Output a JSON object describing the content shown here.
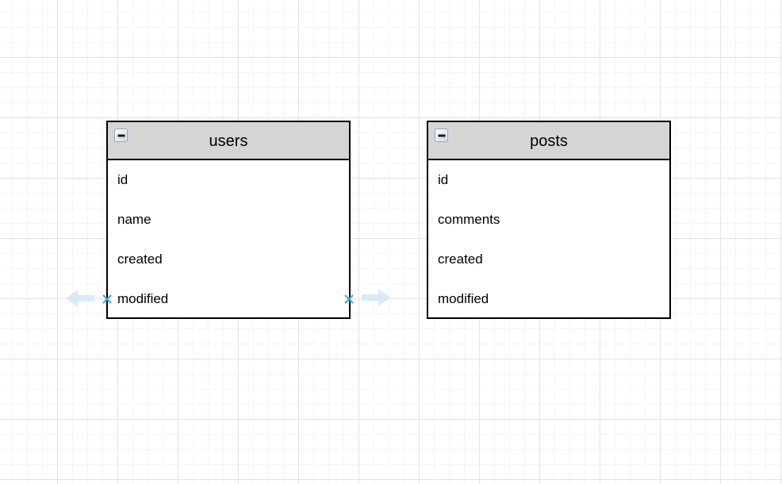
{
  "canvas": {
    "background": "#ffffff",
    "grid_minor_color": "#f6f4f4",
    "grid_major_color": "#e4e2e2"
  },
  "tables": [
    {
      "title": "users",
      "fields": [
        "id",
        "name",
        "created",
        "modified"
      ],
      "collapse_icon": "minus-icon"
    },
    {
      "title": "posts",
      "fields": [
        "id",
        "comments",
        "created",
        "modified"
      ],
      "collapse_icon": "minus-icon"
    }
  ],
  "hover_affordances": {
    "arrows": [
      "left",
      "right"
    ],
    "arrow_color": "#cee7f8",
    "connection_point_color": "#29b2e8"
  },
  "colors": {
    "header_fill": "#d5d5d5",
    "entity_border": "#000000"
  }
}
